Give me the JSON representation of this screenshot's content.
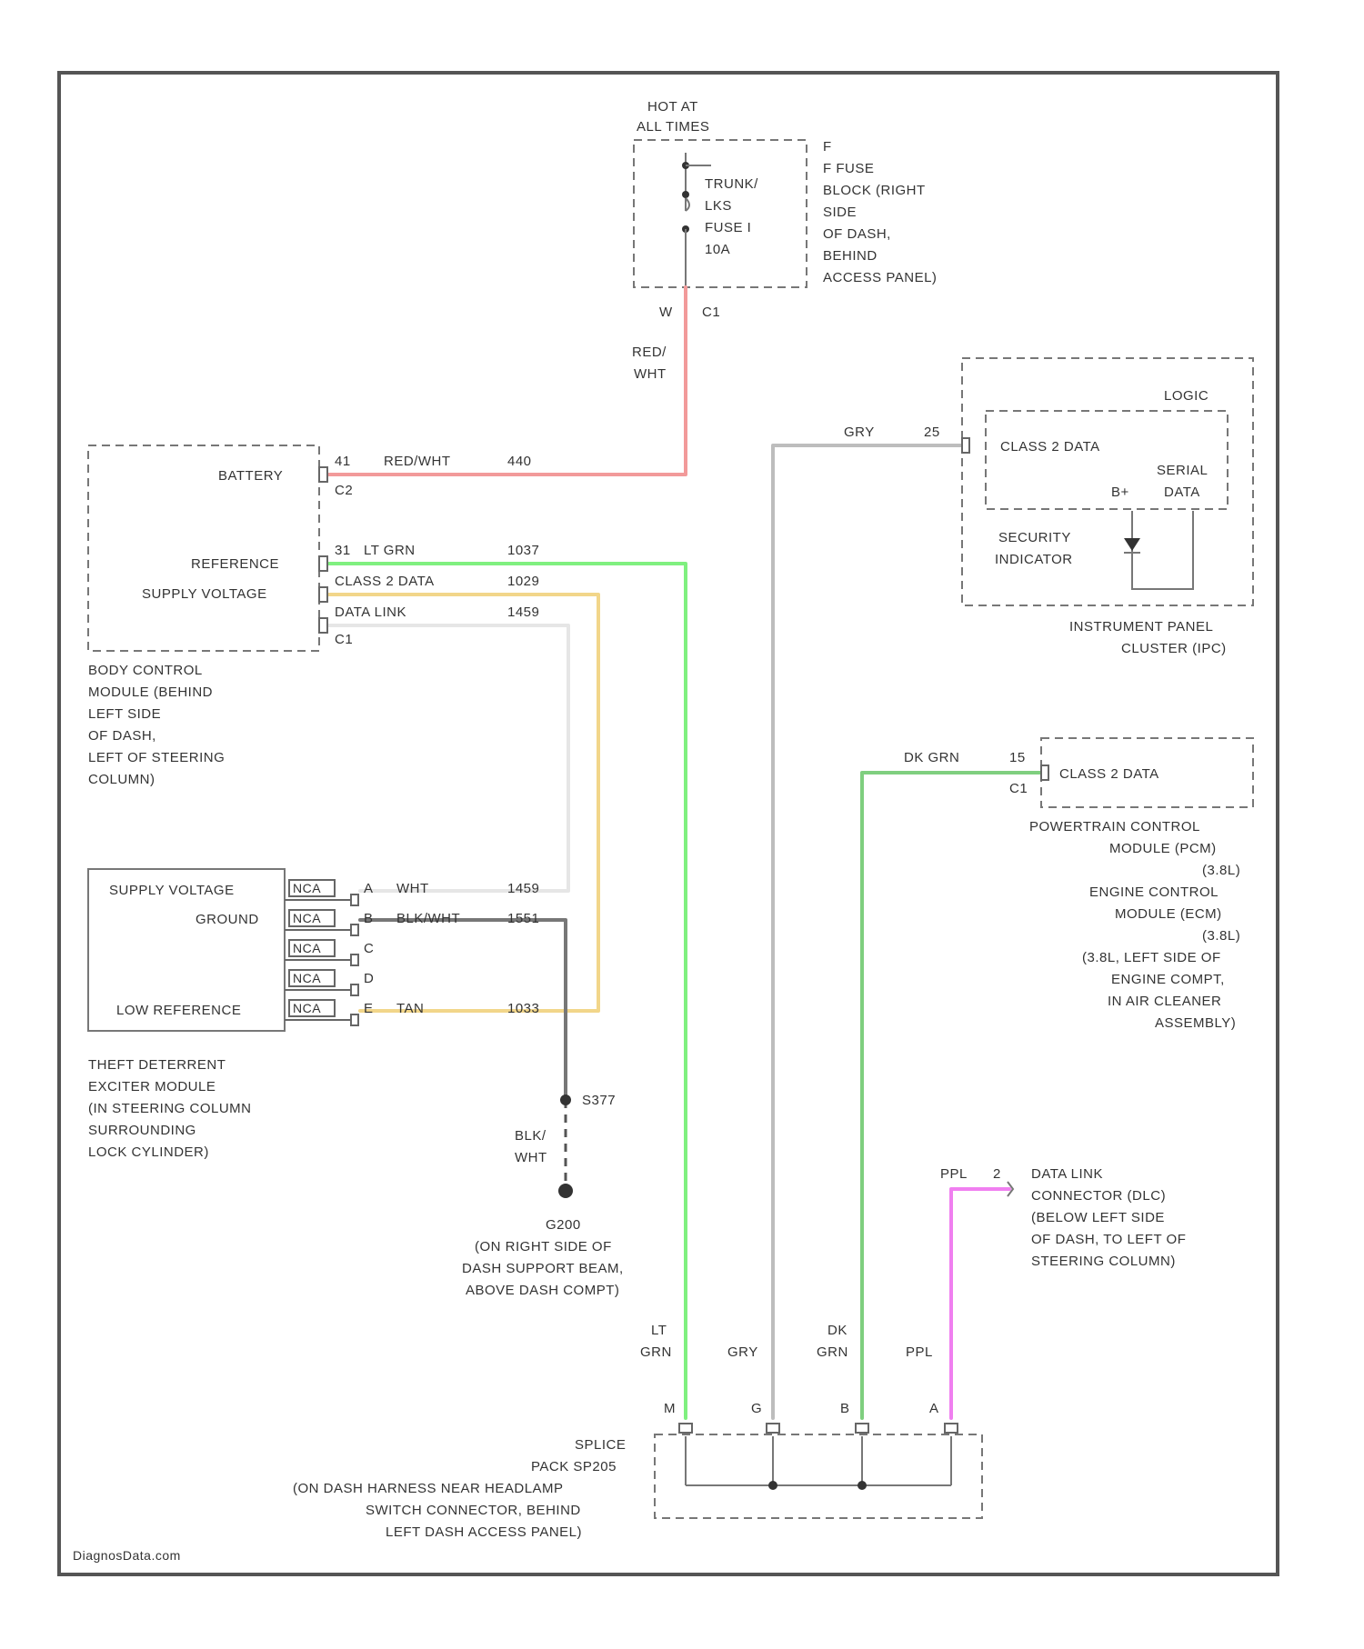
{
  "fuse": {
    "hot_line1": "HOT AT",
    "hot_line2": "ALL TIMES",
    "name_lines": [
      "TRUNK/",
      "LKS",
      "FUSE I",
      "10A"
    ],
    "location_lines": [
      "F",
      "F FUSE",
      "BLOCK (RIGHT",
      "SIDE",
      "OF DASH,",
      "BEHIND",
      "ACCESS PANEL)"
    ],
    "pin": "W",
    "connector": "C1"
  },
  "wire_red": {
    "color_lines": [
      "RED/",
      "WHT"
    ],
    "color": "RED/WHT",
    "circuit": "440",
    "hex": "#f29a9a"
  },
  "bcm": {
    "battery_label": "BATTERY",
    "battery_pin": "41",
    "battery_connector": "C2",
    "reference_label": "REFERENCE",
    "supply_label": "SUPPLY VOLTAGE",
    "row1": {
      "pin": "31",
      "text": "LT GRN",
      "circuit": "1037"
    },
    "row2": {
      "pin": "C1",
      "text": "CLASS 2 DATA",
      "circuit": "1029"
    },
    "row3": {
      "pin": "",
      "text": "DATA LINK",
      "circuit": "1459"
    },
    "connector": "C1",
    "location_lines": [
      "BODY CONTROL",
      "MODULE (BEHIND",
      "LEFT SIDE",
      "OF DASH,",
      "LEFT OF STEERING",
      "COLUMN)"
    ]
  },
  "ipc": {
    "logic": "LOGIC",
    "class2": "CLASS 2 DATA",
    "serial_lines": [
      "SERIAL",
      "DATA"
    ],
    "bplus": "B+",
    "security_lines": [
      "SECURITY",
      "INDICATOR"
    ],
    "pin": "25",
    "wire_color": "GRY",
    "location_lines": [
      "INSTRUMENT PANEL",
      "CLUSTER (IPC)"
    ]
  },
  "pcm": {
    "class2": "CLASS 2 DATA",
    "pin": "15",
    "connector": "C1",
    "wire_color": "DK GRN",
    "location_lines": [
      "POWERTRAIN CONTROL",
      "MODULE (PCM)",
      "(3.8L)",
      "ENGINE CONTROL",
      "MODULE (ECM)",
      "(3.8L)",
      "(3.8L, LEFT SIDE OF",
      "ENGINE COMPT,",
      "IN AIR CLEANER",
      "ASSEMBLY)"
    ]
  },
  "theft": {
    "supply_label": "SUPPLY VOLTAGE",
    "ground_label": "GROUND",
    "low_ref_label": "LOW REFERENCE",
    "pins": [
      {
        "nca": "NCA",
        "pin": "A",
        "color": "WHT",
        "circuit": "1459"
      },
      {
        "nca": "NCA",
        "pin": "B",
        "color": "BLK/WHT",
        "circuit": "1551"
      },
      {
        "nca": "NCA",
        "pin": "C",
        "color": "",
        "circuit": ""
      },
      {
        "nca": "NCA",
        "pin": "D",
        "color": "",
        "circuit": ""
      },
      {
        "nca": "NCA",
        "pin": "E",
        "color": "TAN",
        "circuit": "1033"
      }
    ],
    "location_lines": [
      "THEFT DETERRENT",
      "EXCITER MODULE",
      "(IN STEERING COLUMN",
      "SURROUNDING",
      "LOCK CYLINDER)"
    ]
  },
  "ground": {
    "splice": "S377",
    "wire_lines": [
      "BLK/",
      "WHT"
    ],
    "id": "G200",
    "location_lines": [
      "(ON RIGHT SIDE OF",
      "DASH SUPPORT BEAM,",
      "ABOVE DASH COMPT)"
    ]
  },
  "dlc": {
    "wire_color": "PPL",
    "pin": "2",
    "location_lines": [
      "DATA LINK",
      "CONNECTOR (DLC)",
      "(BELOW LEFT SIDE",
      "OF DASH, TO LEFT OF",
      "STEERING COLUMN)"
    ]
  },
  "splice_pack": {
    "columns": [
      {
        "color_lines": [
          "LT",
          "GRN"
        ],
        "pin": "M"
      },
      {
        "color_lines": [
          "",
          "GRY"
        ],
        "pin": "G"
      },
      {
        "color_lines": [
          "DK",
          "GRN"
        ],
        "pin": "B"
      },
      {
        "color_lines": [
          "",
          "PPL"
        ],
        "pin": "A"
      }
    ],
    "location_lines": [
      "SPLICE",
      "PACK SP205",
      "(ON DASH HARNESS NEAR HEADLAMP",
      "SWITCH CONNECTOR, BEHIND",
      "LEFT DASH ACCESS PANEL)"
    ]
  },
  "watermark": "DiagnosData.com",
  "colors": {
    "red_wht": "#f29a9a",
    "lt_grn": "#7ff07f",
    "dk_grn": "#7fcf7f",
    "tan": "#f2d68a",
    "wht": "#e6e6e6",
    "gry": "#bdbdbd",
    "blk_wht": "#777777",
    "ppl": "#f07ff0"
  }
}
